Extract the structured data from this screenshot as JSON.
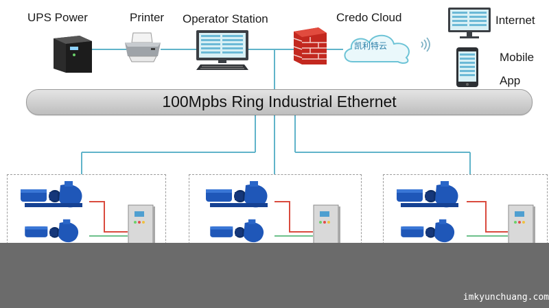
{
  "top_devices": {
    "ups_power": "UPS Power",
    "printer": "Printer",
    "operator_station": "Operator Station",
    "credo_cloud": "Credo Cloud",
    "cloud_badge": "凯利特云",
    "internet": "Internet",
    "mobile_line1": "Mobile",
    "mobile_line2": "App"
  },
  "network": {
    "ring_label": "100Mpbs Ring Industrial Ethernet"
  },
  "pump_sites_count": 3,
  "footer": {
    "watermark": "imkyunchuang.com"
  },
  "colors": {
    "cable": "#5fb3c9",
    "power_line": "#d94a3d",
    "signal_line": "#6cc08a",
    "pump_blue": "#1f57b8",
    "footer_bg": "#6b6b6b"
  }
}
